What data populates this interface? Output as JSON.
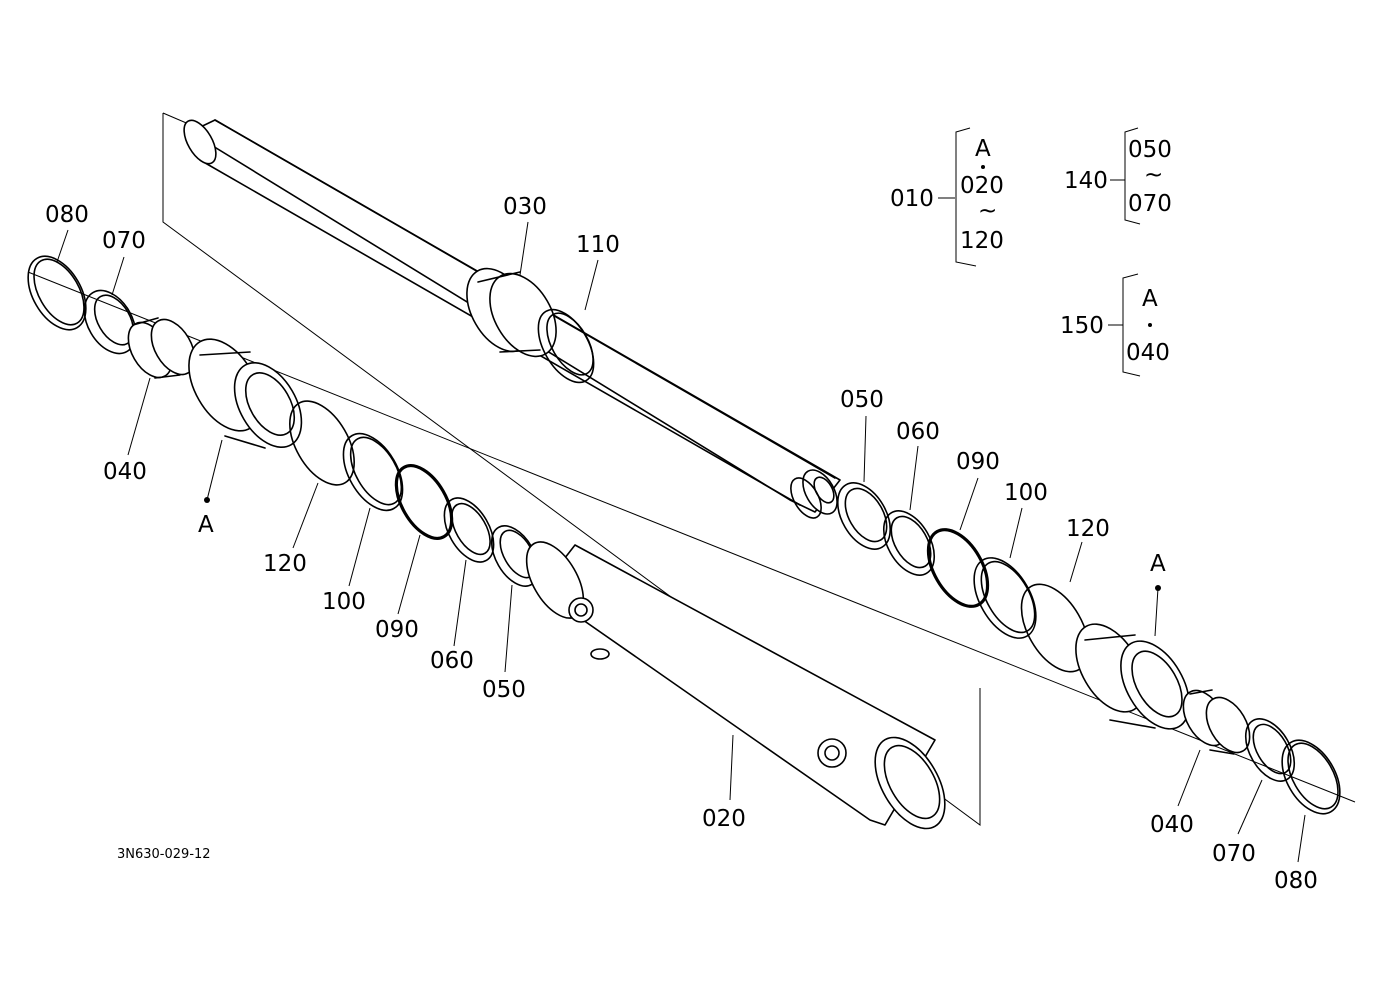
{
  "drawing": {
    "code": "3N630-029-12",
    "assembly_mark": "A",
    "parts": {
      "p080": "080",
      "p070": "070",
      "p040": "040",
      "p120": "120",
      "p100": "100",
      "p090": "090",
      "p060": "060",
      "p050": "050",
      "p030": "030",
      "p110": "110",
      "p020": "020",
      "p010": "010",
      "p140": "140",
      "p150": "150"
    },
    "legend": {
      "g010": {
        "parent": "010",
        "a": "A",
        "from": "020",
        "to": "120"
      },
      "g140": {
        "parent": "140",
        "from": "050",
        "to": "070"
      },
      "g150": {
        "parent": "150",
        "a": "A",
        "b": "040"
      },
      "tilde": "~"
    }
  }
}
